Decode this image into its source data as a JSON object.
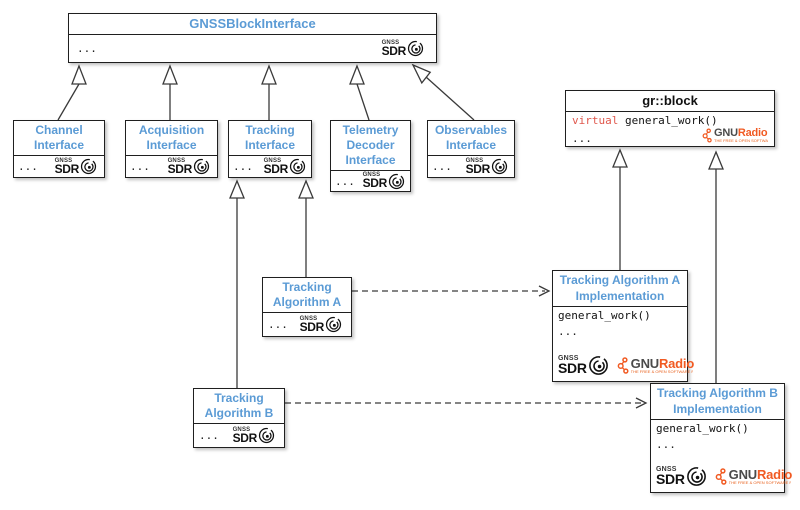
{
  "ellipsis": "...",
  "boxes": {
    "gnss_block_interface": {
      "title": "GNSSBlockInterface"
    },
    "channel_interface": {
      "title": "Channel Interface"
    },
    "acquisition_interface": {
      "title": "Acquisition Interface"
    },
    "tracking_interface": {
      "title": "Tracking Interface"
    },
    "telemetry_decoder_interface": {
      "title": "Telemetry Decoder Interface"
    },
    "observables_interface": {
      "title": "Observables Interface"
    },
    "gr_block": {
      "title": "gr::block",
      "keyword": "virtual",
      "method": "general_work()"
    },
    "tracking_algorithm_a": {
      "title": "Tracking Algorithm A"
    },
    "tracking_algorithm_b": {
      "title": "Tracking Algorithm B"
    },
    "tracking_algorithm_a_implementation": {
      "title": "Tracking Algorithm A Implementation",
      "method": "general_work()"
    },
    "tracking_algorithm_b_implementation": {
      "title": "Tracking Algorithm B Implementation",
      "method": "general_work()"
    }
  },
  "logos": {
    "gnss_sdr": {
      "small": "GNSS",
      "big": "SDR"
    },
    "gnuradio": {
      "gnu": "GNU",
      "radio": "Radio",
      "tagline": "THE FREE & OPEN SOFTWARE RADIO ECOSYSTEM"
    }
  },
  "colors": {
    "title_blue": "#5b9bd5",
    "keyword_red": "#e0584d",
    "gnuradio_orange": "#f15a22",
    "gnu_dark": "#4a4a4a",
    "line": "#3a3a3a",
    "border": "#1f1f1f"
  }
}
